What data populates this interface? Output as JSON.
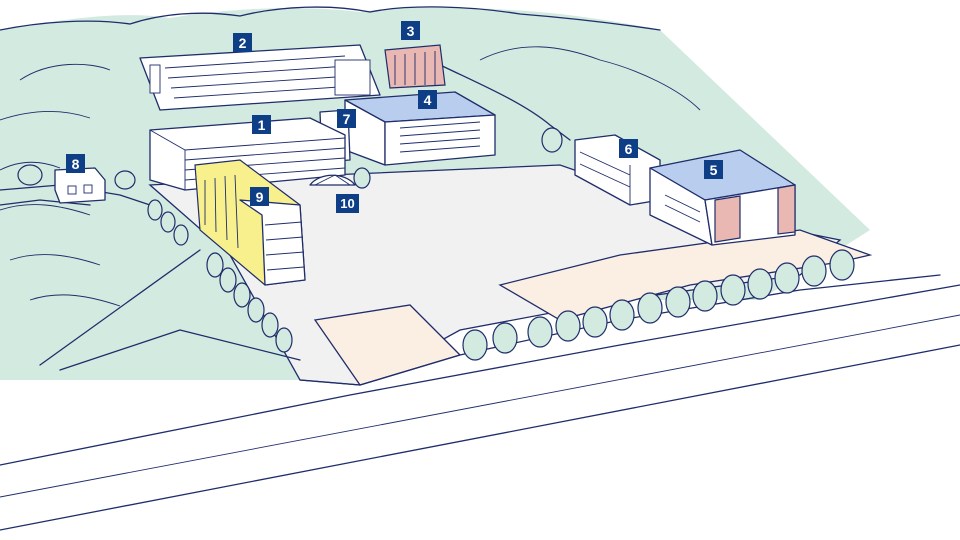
{
  "colors": {
    "marker": "#0e3f86",
    "marker_text": "#ffffff",
    "outline": "#1f2d6b",
    "greenery": "#d2eadf",
    "roof_blue": "#b9cdef",
    "field_sand": "#fbeee3",
    "building_yellow": "#f7f08c",
    "building_pink": "#e9b8b3"
  },
  "markers": [
    {
      "label": "1"
    },
    {
      "label": "2"
    },
    {
      "label": "3"
    },
    {
      "label": "4"
    },
    {
      "label": "5"
    },
    {
      "label": "6"
    },
    {
      "label": "7"
    },
    {
      "label": "8"
    },
    {
      "label": "9"
    },
    {
      "label": "10"
    }
  ]
}
